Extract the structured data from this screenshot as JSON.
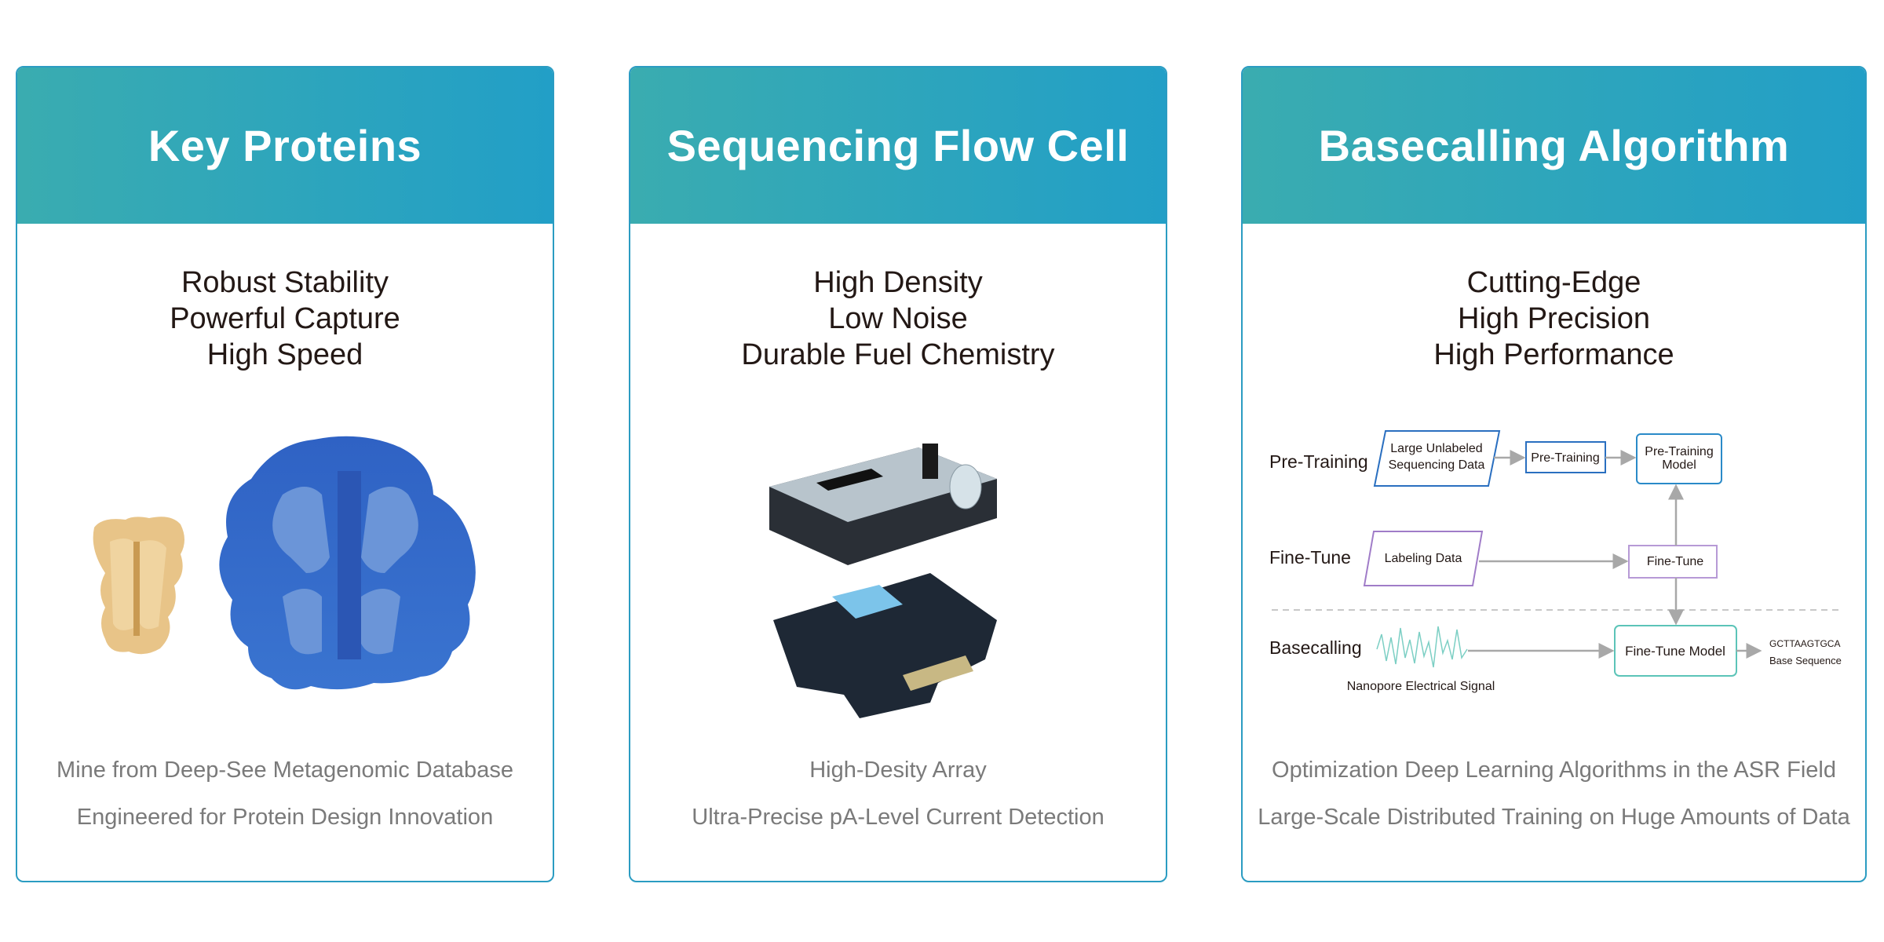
{
  "cards": [
    {
      "title": "Key Proteins",
      "features": [
        "Robust Stability",
        "Powerful Capture",
        "High Speed"
      ],
      "footer": [
        "Mine from Deep-See Metagenomic Database",
        "Engineered for Protein Design Innovation"
      ]
    },
    {
      "title": "Sequencing Flow Cell",
      "features": [
        "High Density",
        "Low Noise",
        "Durable Fuel Chemistry"
      ],
      "footer": [
        "High-Desity Array",
        "Ultra-Precise pA-Level Current Detection"
      ]
    },
    {
      "title": "Basecalling Algorithm",
      "features": [
        "Cutting-Edge",
        "High Precision",
        "High Performance"
      ],
      "footer": [
        "Optimization Deep Learning Algorithms in the ASR Field",
        "Large-Scale Distributed Training on Huge Amounts of Data"
      ]
    }
  ],
  "diagram": {
    "rows": {
      "pretraining": "Pre-Training",
      "finetune": "Fine-Tune",
      "basecalling": "Basecalling"
    },
    "unlabeled_line1": "Large Unlabeled",
    "unlabeled_line2": "Sequencing Data",
    "pretraining_step": "Pre-Training",
    "pretraining_model_line1": "Pre-Training",
    "pretraining_model_line2": "Model",
    "labeling_data": "Labeling Data",
    "finetune_step": "Fine-Tune",
    "finetune_model": "Fine-Tune Model",
    "signal_label": "Nanopore Electrical Signal",
    "sequence": "GCTTAAGTGCA",
    "sequence_label": "Base Sequence"
  },
  "colors": {
    "header_start": "#3aacb0",
    "header_end": "#229fc7",
    "border": "#2b9cc2",
    "blue_box": "#2a6fc0",
    "purple_box": "#a07cc8",
    "teal_box": "#5cc4b8"
  }
}
